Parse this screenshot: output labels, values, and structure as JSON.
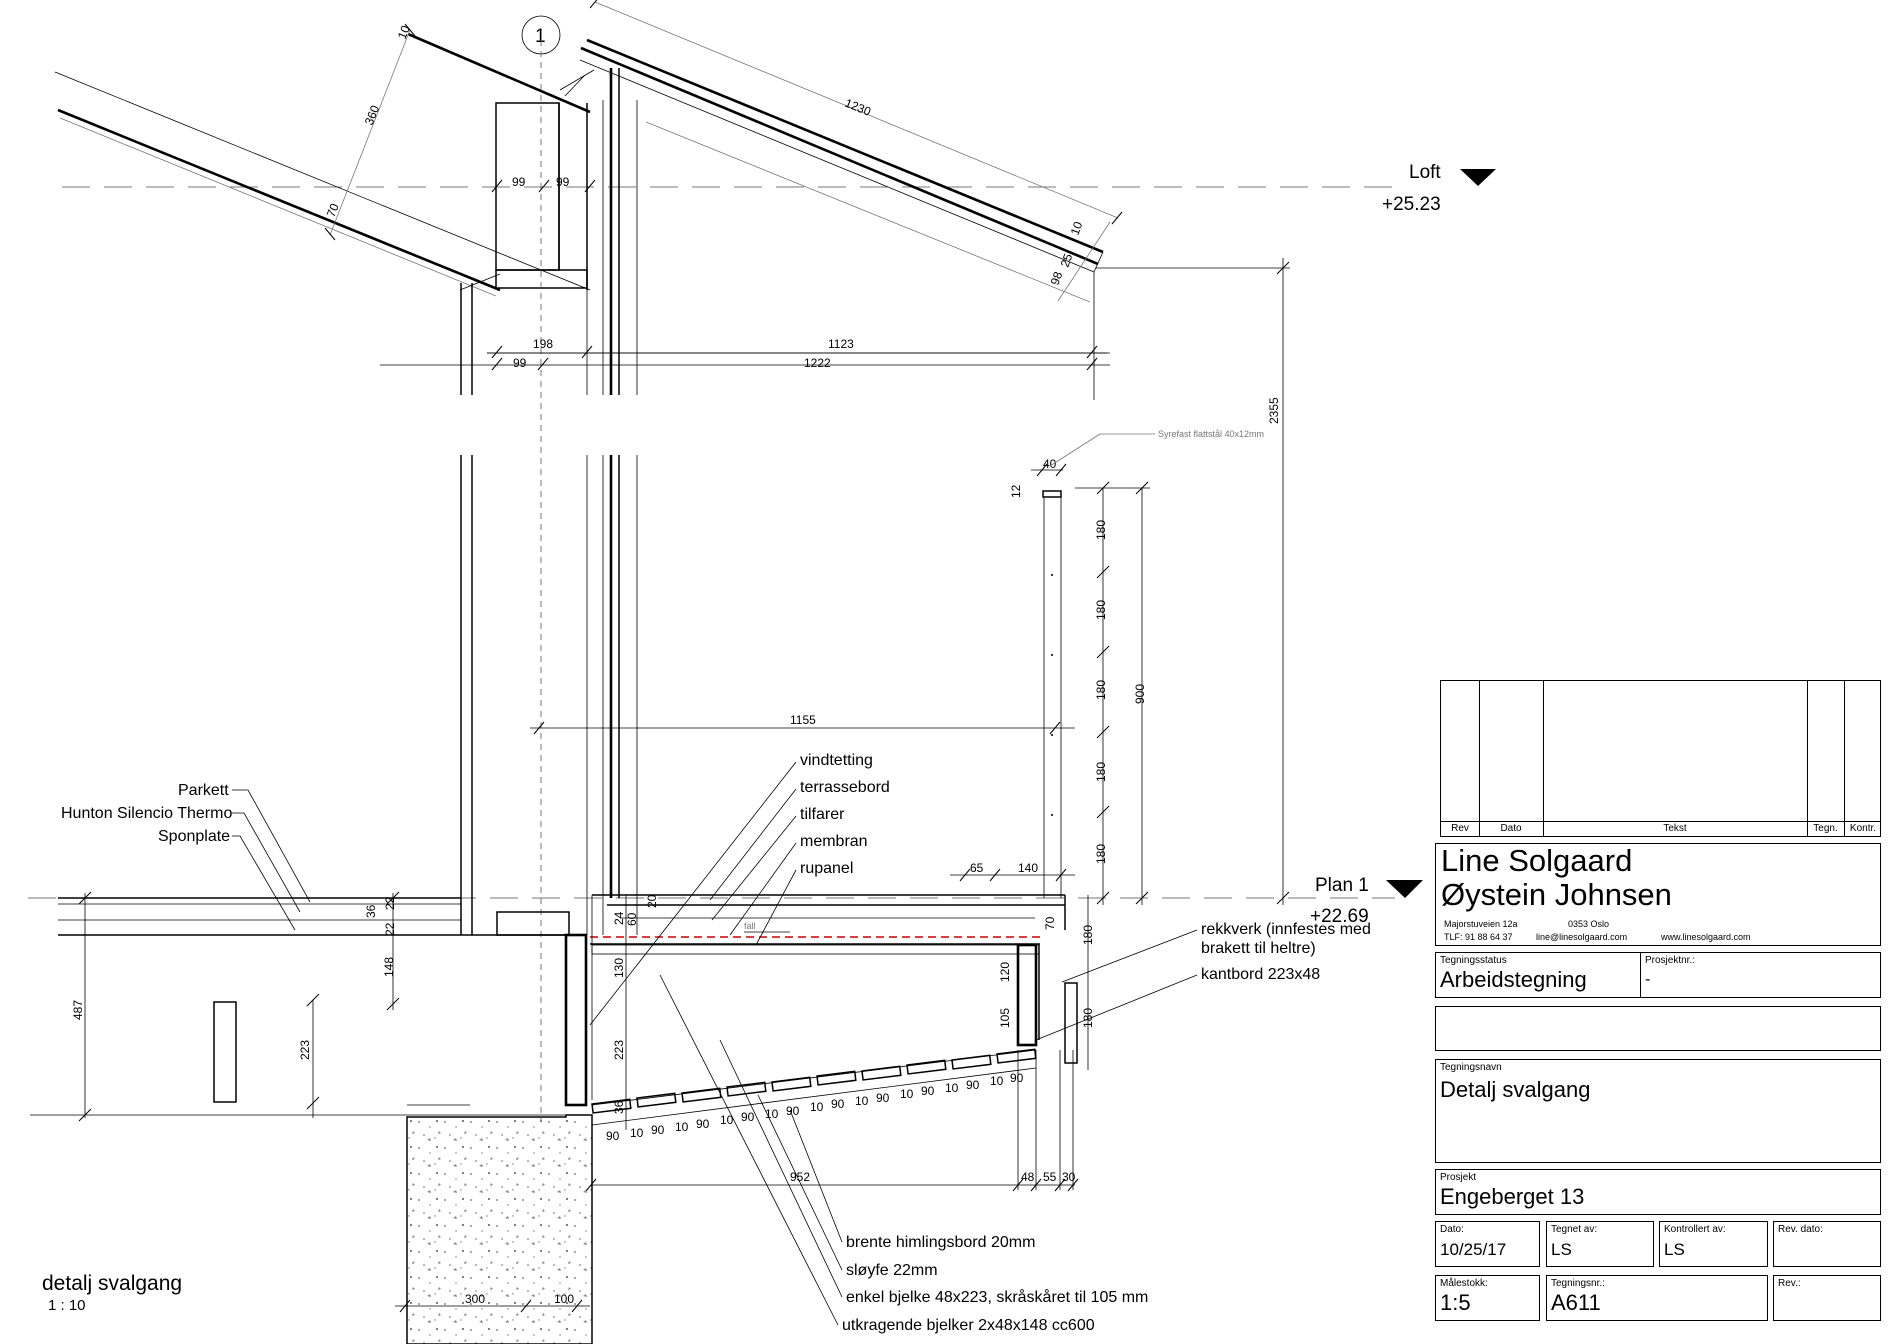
{
  "levels": {
    "loft_name": "Loft",
    "loft_height": "+25.23",
    "plan_name": "Plan 1",
    "plan_height": "+22.69"
  },
  "section_marker": "1",
  "labels_left": [
    "Parkett",
    "Hunton Silencio Thermo",
    "Sponplate"
  ],
  "labels_terrace": [
    "vindtetting",
    "terrassebord",
    "tilfarer",
    "membran",
    "rupanel"
  ],
  "labels_right": {
    "railing": "rekkverk (innfestes med",
    "railing_2": "brakett til heltre)",
    "edge_board": "kantbord 223x48"
  },
  "labels_bottom": [
    "brente himlingsbord 20mm",
    "sløyfe 22mm",
    "enkel bjelke 48x223, skråskåret til 105 mm",
    "utkragende bjelker 2x48x148 cc600"
  ],
  "steel_note": "Syrefast flattstål 40x12mm",
  "fall_label": "fall",
  "dims": {
    "roof_360": "360",
    "roof_70": "70",
    "roof_10_top": "10",
    "roof_1230": "1230",
    "roof_10": "10",
    "roof_25": "25",
    "roof_98": "98",
    "w99a": "99",
    "w99b": "99",
    "d198": "198",
    "d1123": "1123",
    "d99": "99",
    "d1222": "1222",
    "d2355": "2355",
    "d40": "40",
    "d12": "12",
    "r180_1": "180",
    "r180_2": "180",
    "r180_3": "180",
    "r180_4": "180",
    "r180_5": "180",
    "r900": "900",
    "d1155": "1155",
    "d65": "65",
    "d140": "140",
    "d36": "36",
    "d22a": "22",
    "d22b": "22",
    "d148": "148",
    "d487": "487",
    "d223": "223",
    "d20": "20",
    "d24": "24",
    "d60": "60",
    "d130": "130",
    "d223b": "223",
    "d36b": "36",
    "d70": "70",
    "d120": "120",
    "d105": "105",
    "d180a": "180",
    "d180b": "180",
    "d952": "952",
    "d48": "48",
    "d55": "55",
    "d30": "30",
    "d300": "300",
    "d100": "100",
    "s90": "90",
    "s10": "10"
  },
  "view": {
    "title": "detalj svalgang",
    "scale": "1 : 10"
  },
  "title_block": {
    "rev_headers": [
      "Rev",
      "Dato",
      "Tekst",
      "Tegn.",
      "Kontr."
    ],
    "name_1": "Line Solgaard",
    "name_2": "Øystein Johnsen",
    "address": "Majorstuveien 12a",
    "city": "0353 Oslo",
    "phone": "TLF: 91 88 64 37",
    "email": "line@linesolgaard.com",
    "web": "www.linesolgaard.com",
    "status_label": "Tegningsstatus",
    "status_value": "Arbeidstegning",
    "project_no_label": "Prosjektnr.:",
    "project_no_value": "-",
    "drawing_name_label": "Tegningsnavn",
    "drawing_name_value": "Detalj svalgang",
    "project_label": "Prosjekt",
    "project_value": "Engeberget 13",
    "date_label": "Dato:",
    "date_value": "10/25/17",
    "drawn_by_label": "Tegnet av:",
    "drawn_by_value": "LS",
    "checked_by_label": "Kontrollert av:",
    "checked_by_value": "LS",
    "rev_date_label": "Rev. dato:",
    "scale_label": "Målestokk:",
    "scale_value": "1:5",
    "drawing_no_label": "Tegningsnr.:",
    "drawing_no_value": "A611",
    "rev_label": "Rev.:"
  }
}
